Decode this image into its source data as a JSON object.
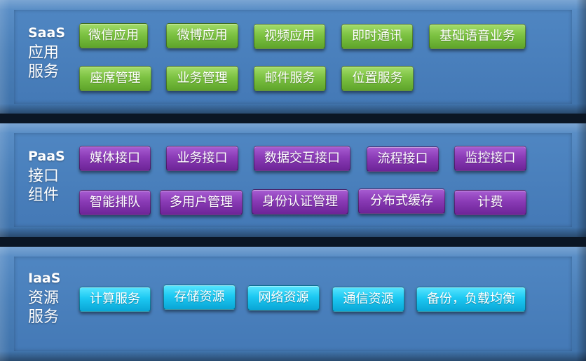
{
  "layers": {
    "saas": {
      "title": "SaaS",
      "subtitle": "应用服务",
      "items": [
        "微信应用",
        "微博应用",
        "视频应用",
        "即时通讯",
        "基础语音业务",
        "座席管理",
        "业务管理",
        "邮件服务",
        "位置服务"
      ]
    },
    "paas": {
      "title": "PaaS",
      "subtitle": "接口组件",
      "items": [
        "媒体接口",
        "业务接口",
        "数据交互接口",
        "流程接口",
        "监控接口",
        "智能排队",
        "多用户管理",
        "身份认证管理",
        "分布式缓存",
        "计费"
      ]
    },
    "iaas": {
      "title": "IaaS",
      "subtitle": "资源服务",
      "items": [
        "计算服务",
        "存储资源",
        "网络资源",
        "通信资源",
        "备份，负载均衡"
      ]
    }
  },
  "colors": {
    "saas_button": "#7cc242",
    "paas_button": "#8a3bb6",
    "iaas_button": "#1cc8f2",
    "layer": "#4a7fb8"
  }
}
